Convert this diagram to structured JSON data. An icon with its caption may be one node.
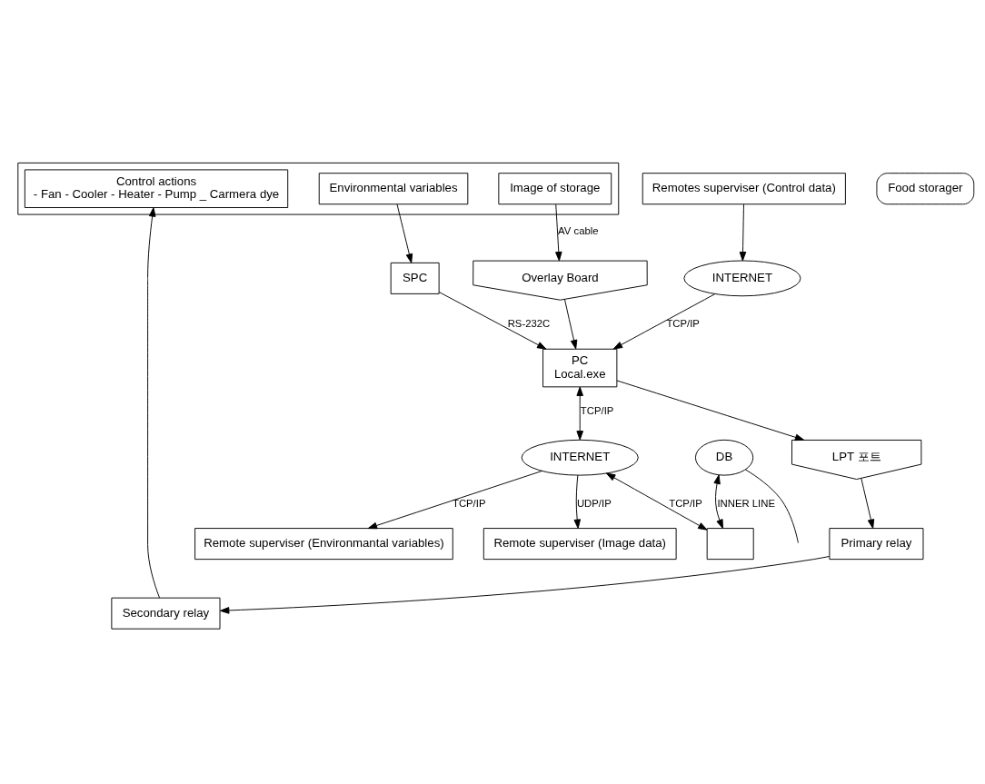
{
  "diagram": {
    "nodes": [
      {
        "text": [],
        "shape": "box"
      },
      {
        "text": [
          "Control actions",
          "- Fan - Cooler - Heater - Pump _ Carmera dye"
        ],
        "in": 0
      },
      {
        "text": [
          "Environmental variables"
        ],
        "in": 0
      },
      {
        "text": [
          "Image of storage"
        ],
        "in": 0
      },
      {
        "text": [
          "Food storager"
        ]
      },
      {
        "text": [
          "Secondary relay"
        ]
      },
      {
        "text": [
          "Primary relay"
        ]
      },
      {
        "text": [
          "LPT 포트"
        ]
      },
      {
        "text": [
          "SPC"
        ]
      },
      {
        "text": [
          "Overlay Board"
        ]
      },
      {
        "text": [
          "DB"
        ]
      },
      {
        "text": [
          "PC",
          "Local.exe"
        ]
      },
      {
        "text": [
          "INTERNET"
        ]
      },
      {
        "text": [],
        "shape": "box"
      },
      {
        "text": [
          "INTERNET"
        ]
      },
      {
        "text": [
          "Remotes superviser (Control data)"
        ]
      },
      {
        "text": [
          "Remote superviser (Environmantal variables)"
        ]
      },
      {
        "text": [
          "Remote superviser (Image data)"
        ]
      }
    ],
    "edges": [
      {
        "from": 5,
        "to": 1,
        "arrow": "to"
      },
      {
        "from": 6,
        "to": 5,
        "arrow": "to"
      },
      {
        "from": 7,
        "to": 6,
        "arrow": "to"
      },
      {
        "from": 11,
        "to": 7,
        "arrow": "to"
      },
      {
        "from": 2,
        "to": 8,
        "arrow": "to"
      },
      {
        "from": 3,
        "to": 9,
        "arrow": "to",
        "label": "AV cable"
      },
      {
        "from": 8,
        "to": 11,
        "arrow": "to",
        "label": "RS-232C"
      },
      {
        "from": 9,
        "to": 11,
        "arrow": "to"
      },
      {
        "from": 11,
        "to": 12,
        "arrow": "both",
        "label": "TCP/IP"
      },
      {
        "from": 12,
        "to": 13,
        "arrow": "both",
        "label": "TCP/IP"
      },
      {
        "from": 10,
        "to": 13,
        "arrow": "both",
        "label": "INNER LINE"
      },
      {
        "from": 10,
        "to": null,
        "arrow": "none"
      },
      {
        "from": 14,
        "to": 11,
        "arrow": "to",
        "label": "TCP/IP"
      },
      {
        "from": 15,
        "to": 14,
        "arrow": "to"
      },
      {
        "from": 12,
        "to": 16,
        "arrow": "to",
        "label": "TCP/IP"
      },
      {
        "from": 12,
        "to": 17,
        "arrow": "to",
        "label": "UDP/IP"
      }
    ]
  }
}
